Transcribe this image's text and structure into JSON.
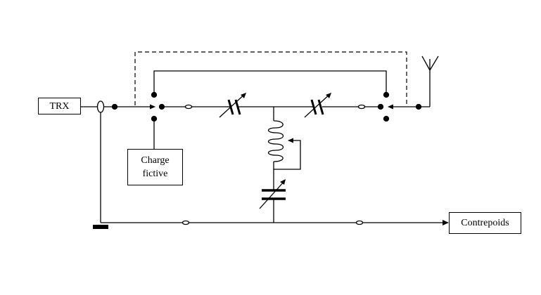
{
  "labels": {
    "trx": "TRX",
    "dummy_load_line1": "Charge",
    "dummy_load_line2": "fictive",
    "counterpoise": "Contrepoids"
  },
  "colors": {
    "line": "#000000",
    "background": "#ffffff"
  }
}
